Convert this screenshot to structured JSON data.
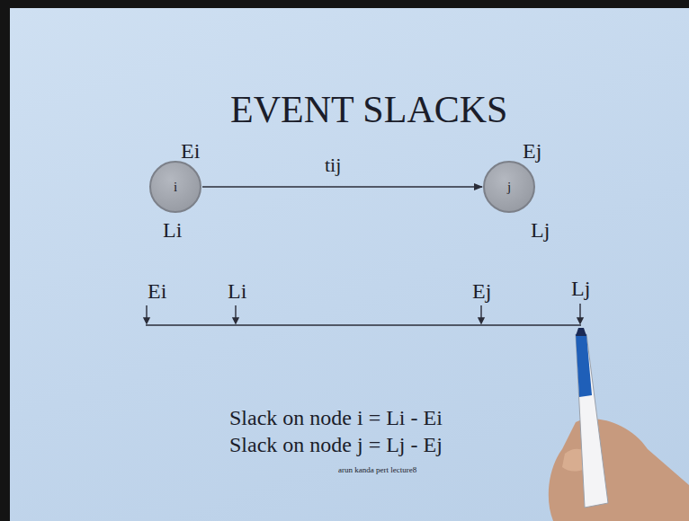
{
  "diagram": {
    "title": "EVENT SLACKS",
    "nodes": [
      {
        "text": [
          "i"
        ]
      },
      {
        "text": [
          "j"
        ]
      }
    ],
    "edges": [
      {
        "from": 0,
        "to": 1,
        "label": "tij",
        "arrow": "to"
      }
    ],
    "labels": [
      "Ei",
      "Li",
      "Ej",
      "Lj",
      "Ei",
      "Li",
      "Ej",
      "Lj",
      "Slack on node i = Li - Ei",
      "Slack on node j = Lj - Ej",
      "arun kanda pert lecture8"
    ]
  }
}
